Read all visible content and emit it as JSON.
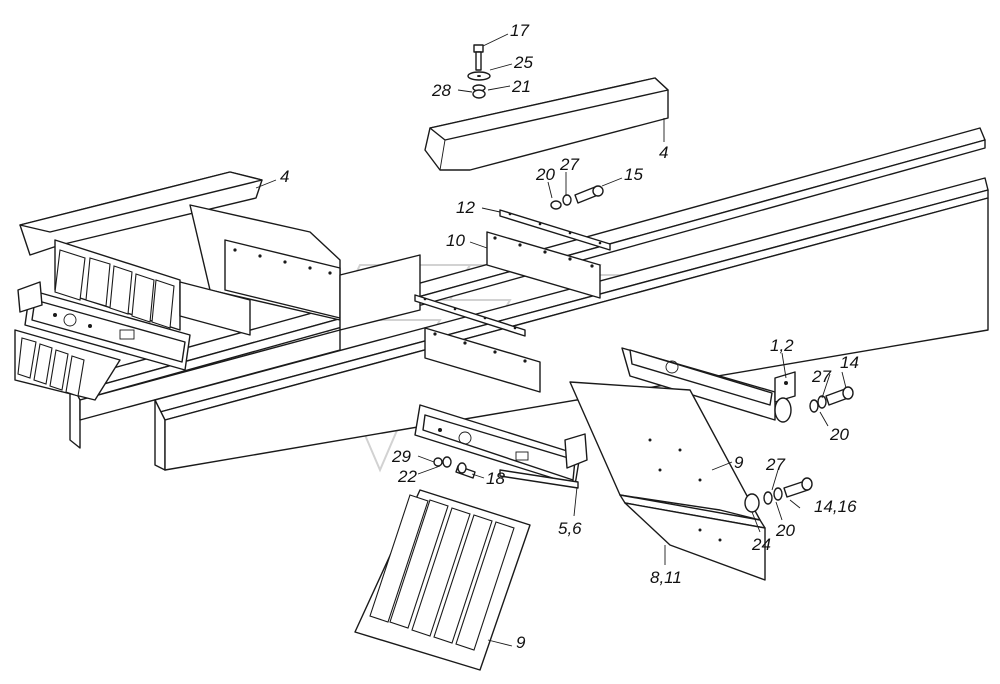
{
  "diagram": {
    "background": "#ffffff",
    "line_color": "#1a1a1a",
    "callouts": [
      {
        "id": "c17",
        "text": "17"
      },
      {
        "id": "c25",
        "text": "25"
      },
      {
        "id": "c28",
        "text": "28"
      },
      {
        "id": "c21",
        "text": "21"
      },
      {
        "id": "c4a",
        "text": "4"
      },
      {
        "id": "c4b",
        "text": "4"
      },
      {
        "id": "c20a",
        "text": "20"
      },
      {
        "id": "c27a",
        "text": "27"
      },
      {
        "id": "c15",
        "text": "15"
      },
      {
        "id": "c12",
        "text": "12"
      },
      {
        "id": "c10",
        "text": "10"
      },
      {
        "id": "c12b",
        "text": "1,2"
      },
      {
        "id": "c14a",
        "text": "14"
      },
      {
        "id": "c27b",
        "text": "27"
      },
      {
        "id": "c20b",
        "text": "20"
      },
      {
        "id": "c29",
        "text": "29"
      },
      {
        "id": "c22",
        "text": "22"
      },
      {
        "id": "c18",
        "text": "18"
      },
      {
        "id": "c56",
        "text": "5,6"
      },
      {
        "id": "c9a",
        "text": "9"
      },
      {
        "id": "c27c",
        "text": "27"
      },
      {
        "id": "c1416",
        "text": "14,16"
      },
      {
        "id": "c20c",
        "text": "20"
      },
      {
        "id": "c24",
        "text": "24"
      },
      {
        "id": "c811",
        "text": "8,11"
      },
      {
        "id": "c9b",
        "text": "9"
      }
    ]
  }
}
